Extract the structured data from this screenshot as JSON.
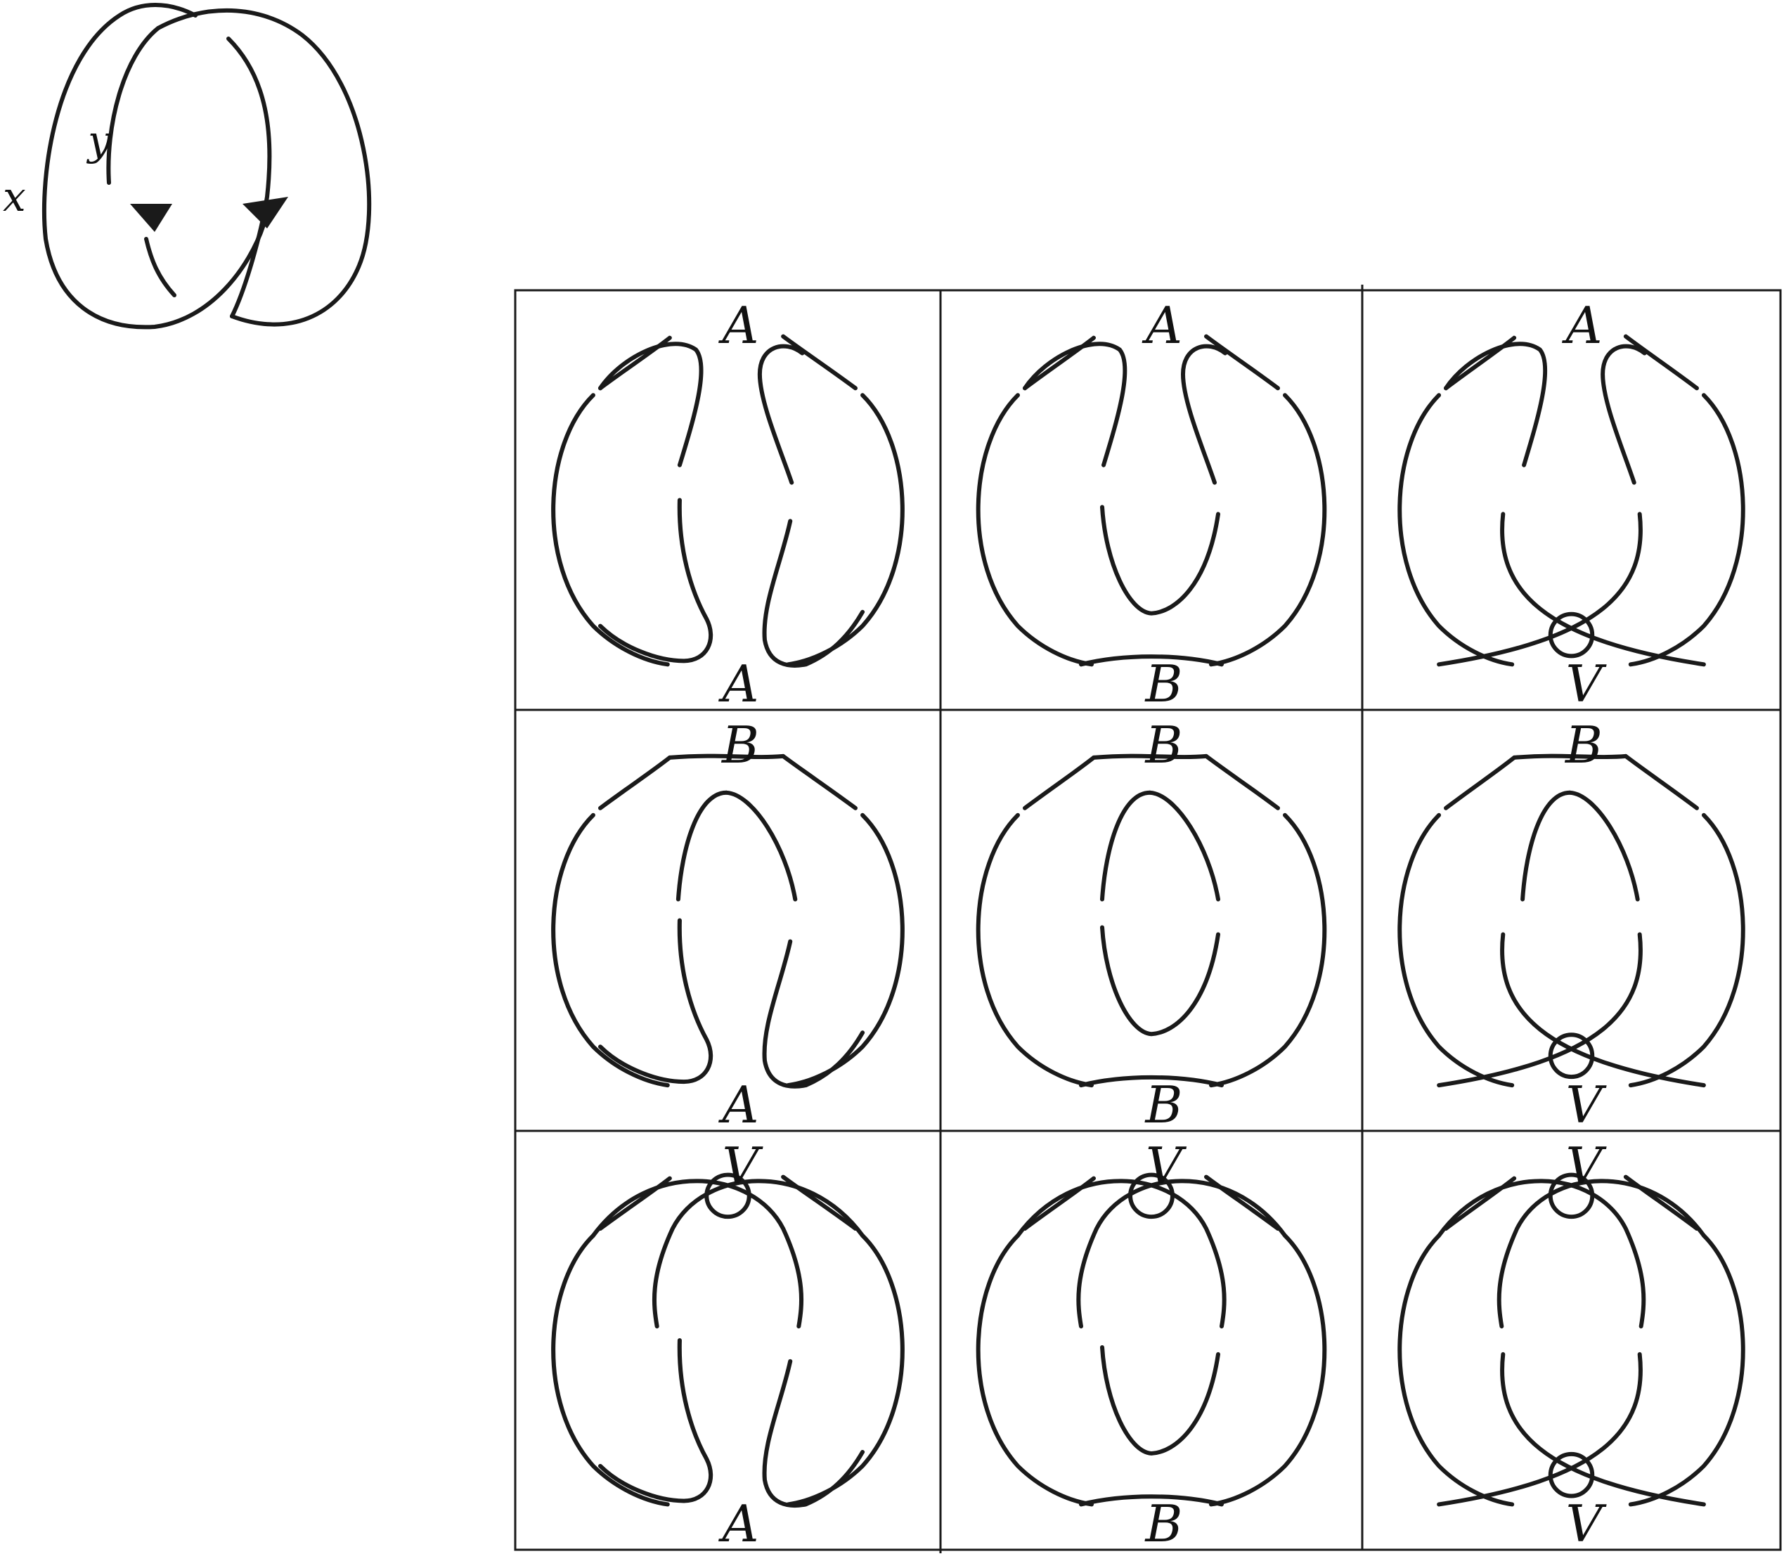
{
  "link": {
    "labels": [
      "x",
      "y"
    ]
  },
  "grid": {
    "cells": [
      {
        "top": "A",
        "bottom": "A"
      },
      {
        "top": "A",
        "bottom": "B"
      },
      {
        "top": "A",
        "bottom": "V"
      },
      {
        "top": "B",
        "bottom": "A"
      },
      {
        "top": "B",
        "bottom": "B"
      },
      {
        "top": "B",
        "bottom": "V"
      },
      {
        "top": "V",
        "bottom": "A"
      },
      {
        "top": "V",
        "bottom": "B"
      },
      {
        "top": "V",
        "bottom": "V"
      }
    ]
  }
}
